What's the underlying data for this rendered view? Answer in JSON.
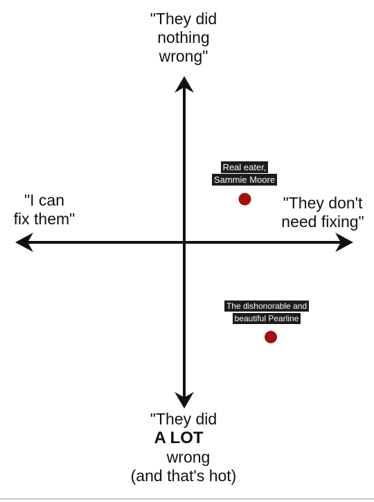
{
  "axes": {
    "top": [
      "\"They did",
      "nothing",
      "wrong\""
    ],
    "left": [
      "\"I can",
      "fix them\""
    ],
    "right": [
      "\"They don't",
      "need fixing\""
    ],
    "bottom": {
      "line1": "\"They did",
      "line2": "A LOT",
      "line3": "wrong",
      "line4": "(and that's hot)"
    }
  },
  "points": [
    {
      "label_lines": [
        "Real eater,",
        "Sammie Moore"
      ],
      "fixing": 0.35,
      "wrongness": -0.26
    },
    {
      "label_lines": [
        "The dishonorable and",
        "beautiful Pearline"
      ],
      "fixing": 0.5,
      "wrongness": 0.57
    }
  ],
  "colors": {
    "axis": "#111111",
    "point": "#a50f0f",
    "tag_background": "#1c1c1c",
    "tag_text": "#ffffff"
  }
}
